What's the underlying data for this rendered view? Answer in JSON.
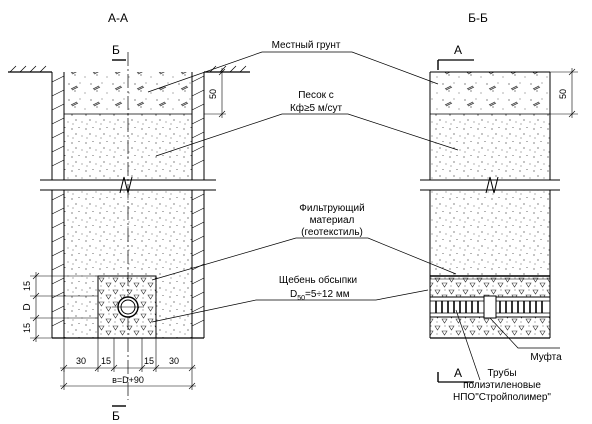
{
  "sections": {
    "left_title": "А-А",
    "right_title": "Б-Б",
    "left_cut_top": "Б",
    "left_cut_bottom": "Б",
    "right_cut_top": "А",
    "right_cut_bottom": "А"
  },
  "labels": {
    "local_soil": "Местный грунт",
    "sand_line1": "Песок с",
    "sand_line2": "Кф≥5 м/сут",
    "filter_line1": "Фильтрующий",
    "filter_line2": "материал",
    "filter_line3": "(геотекстиль)",
    "gravel_line1": "Щебень обсыпки",
    "gravel_d": "D",
    "gravel_d_sub": "50",
    "gravel_d_rest": "=5÷12 мм",
    "coupling": "Муфта",
    "pipes_line1": "Трубы",
    "pipes_line2": "полиэтиленовые",
    "pipes_line3": "НПО\"Стройполимер\""
  },
  "dimensions": {
    "top_50_left": "50",
    "top_50_right": "50",
    "v_15_top": "15",
    "v_d": "D",
    "v_15_bottom": "15",
    "h_30_left": "30",
    "h_15_left": "15",
    "h_15_right": "15",
    "h_30_right": "30",
    "total_width": "в=D+90"
  }
}
